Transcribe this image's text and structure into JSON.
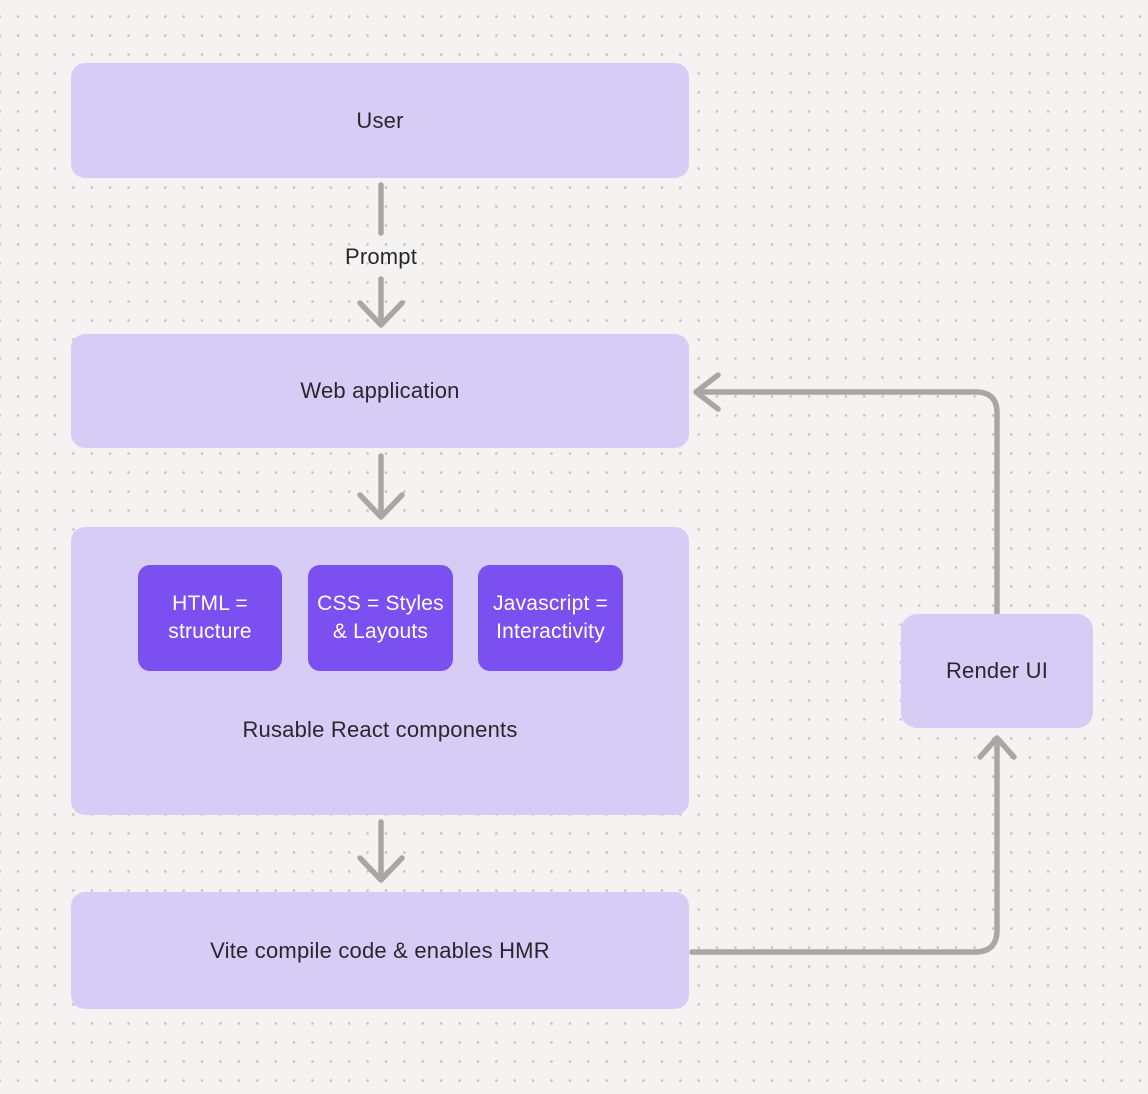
{
  "colors": {
    "bg": "#f4f3f1",
    "dot": "#c3c1bf",
    "box_light": "#d7ccf5",
    "box_purple": "#7c50f0",
    "arrow": "#a8a7a5",
    "text_dark": "#28272c",
    "text_white": "#ffffff"
  },
  "diagram": {
    "nodes": {
      "user": {
        "label": "User"
      },
      "web_application": {
        "label": "Web application"
      },
      "components_group": {
        "caption": "Rusable React components",
        "items": [
          {
            "line1": "HTML =",
            "line2": "structure"
          },
          {
            "line1": "CSS = Styles",
            "line2": "& Layouts"
          },
          {
            "line1": "Javascript =",
            "line2": "Interactivity"
          }
        ]
      },
      "vite": {
        "label": "Vite compile code & enables HMR"
      },
      "render_ui": {
        "label": "Render UI"
      }
    },
    "edges": {
      "prompt_label": "Prompt"
    }
  }
}
